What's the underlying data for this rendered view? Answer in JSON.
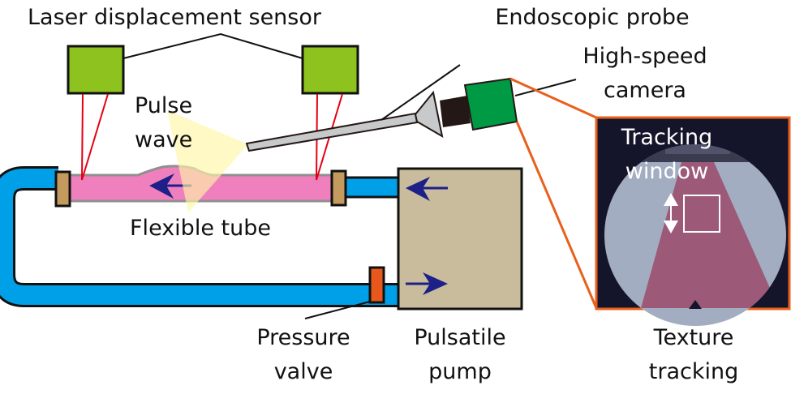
{
  "figure": {
    "labels": {
      "laser_sensor": "Laser displacement sensor",
      "endoscopic_probe": "Endoscopic probe",
      "camera_line1": "High-speed",
      "camera_line2": "camera",
      "pulse_line1": "Pulse",
      "pulse_line2": "wave",
      "flexible_tube": "Flexible tube",
      "valve_line1": "Pressure",
      "valve_line2": "valve",
      "pump_line1": "Pulsatile",
      "pump_line2": "pump",
      "tracking_line1": "Tracking",
      "tracking_line2": "window",
      "texture_line1": "Texture",
      "texture_line2": "tracking"
    },
    "colors": {
      "sensor": "#8dc21f",
      "camera": "#009944",
      "lens": "#231815",
      "probe": "#c8c9ca",
      "tube_blue": "#00a0e9",
      "flex_tube": "#f07fbe",
      "connector": "#c49a5e",
      "valve": "#e8571b",
      "pump": "#c9bc9c",
      "arrow": "#1d2088",
      "laser": "#e60012",
      "light_cone": "#fff6a8",
      "inset_border": "#e8601c",
      "inset_bg": "#14152a",
      "inset_view": "#a3adc2",
      "inset_tissue": "#9c5a78"
    }
  }
}
